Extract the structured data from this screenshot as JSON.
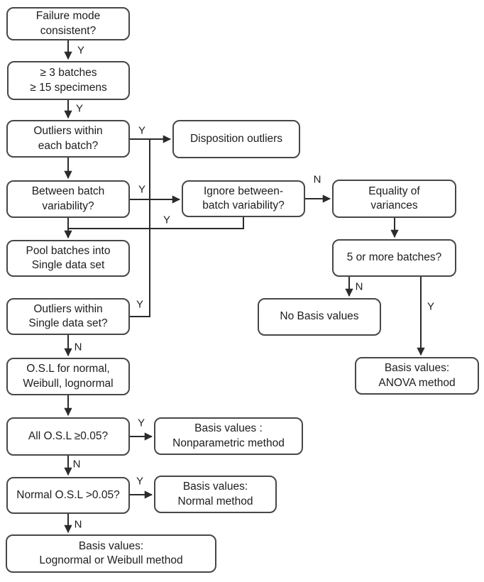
{
  "flowchart": {
    "stroke_color": "#2b2b2b",
    "box_border_color": "#474747",
    "background_color": "#ffffff",
    "nodes": {
      "failure_mode": "Failure mode\nconsistent?",
      "batches": "≥ 3 batches\n≥ 15 specimens",
      "outliers_batch": "Outliers within\neach batch?",
      "disposition": "Disposition outliers",
      "between_batch": "Between batch\nvariability?",
      "ignore_between": "Ignore between-\nbatch variability?",
      "equality": "Equality of\nvariances",
      "pool": "Pool batches into\nSingle data set",
      "five_batches": "5 or more batches?",
      "outliers_single": "Outliers within\nSingle data set?",
      "no_basis": "No Basis values",
      "osl": "O.S.L for normal,\nWeibull, lognormal",
      "anova": "Basis values:\nANOVA method",
      "all_osl": "All O.S.L ≥0.05?",
      "nonparametric": "Basis values :\nNonparametric method",
      "normal_osl": "Normal O.S.L >0.05?",
      "normal_method": "Basis values:\nNormal method",
      "lognormal_weibull": "Basis values:\nLognormal or Weibull method"
    },
    "edge_labels": {
      "failure_yes": "Y",
      "batches_yes": "Y",
      "outliers_batch_yes": "Y",
      "between_yes": "Y",
      "ignore_no": "N",
      "ignore_yes": "Y",
      "outliers_single_yes": "Y",
      "outliers_single_no": "N",
      "five_no": "N",
      "five_yes": "Y",
      "all_osl_yes": "Y",
      "all_osl_no": "N",
      "normal_osl_yes": "Y",
      "normal_osl_no": "N"
    }
  }
}
